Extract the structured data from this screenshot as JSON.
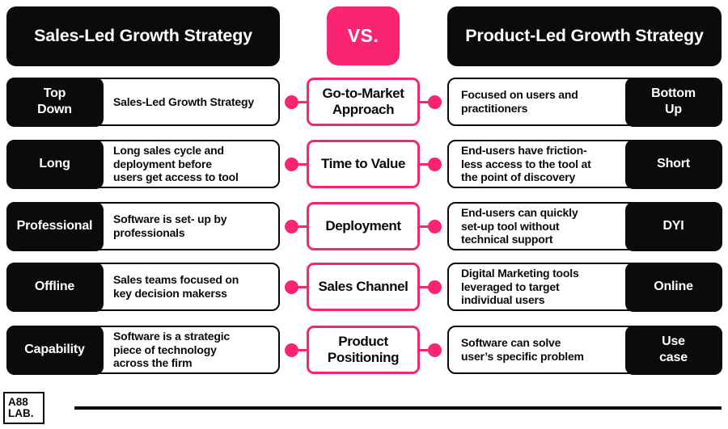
{
  "colors": {
    "black": "#0b0b0b",
    "pink": "#FA2473",
    "white": "#ffffff"
  },
  "header": {
    "left_title": "Sales-Led Growth\nStrategy",
    "vs_label": "VS.",
    "right_title": "Product-Led Growth\nStrategy"
  },
  "rows": [
    {
      "left_label": "Top\nDown",
      "left_desc": "Sales-Led Growth Strategy",
      "center_label": "Go-to-Market\nApproach",
      "right_desc": "Focused on users and\npractitioners",
      "right_label": "Bottom\nUp"
    },
    {
      "left_label": "Long",
      "left_desc": "Long sales cycle and\ndeployment before\nusers get access to tool",
      "center_label": "Time to Value",
      "right_desc": "End-users have friction-\nless access to the tool at\nthe point of discovery",
      "right_label": "Short"
    },
    {
      "left_label": "Professional",
      "left_desc": "Software is set- up by\nprofessionals",
      "center_label": "Deployment",
      "right_desc": "End-users can quickly\nset-up tool without\ntechnical support",
      "right_label": "DYI"
    },
    {
      "left_label": "Offline",
      "left_desc": "Sales teams focused on\nkey decision makerss",
      "center_label": "Sales Channel",
      "right_desc": "Digital Marketing tools\nleveraged to target\nindividual users",
      "right_label": "Online"
    },
    {
      "left_label": "Capability",
      "left_desc": "Software is a strategic\npiece of technology\nacross the firm",
      "center_label": "Product\nPositioning",
      "right_desc": "Software can solve\nuser’s specific problem",
      "right_label": "Use\ncase"
    }
  ],
  "footer": {
    "logo_line1": "A88",
    "logo_line2": "LAB."
  }
}
